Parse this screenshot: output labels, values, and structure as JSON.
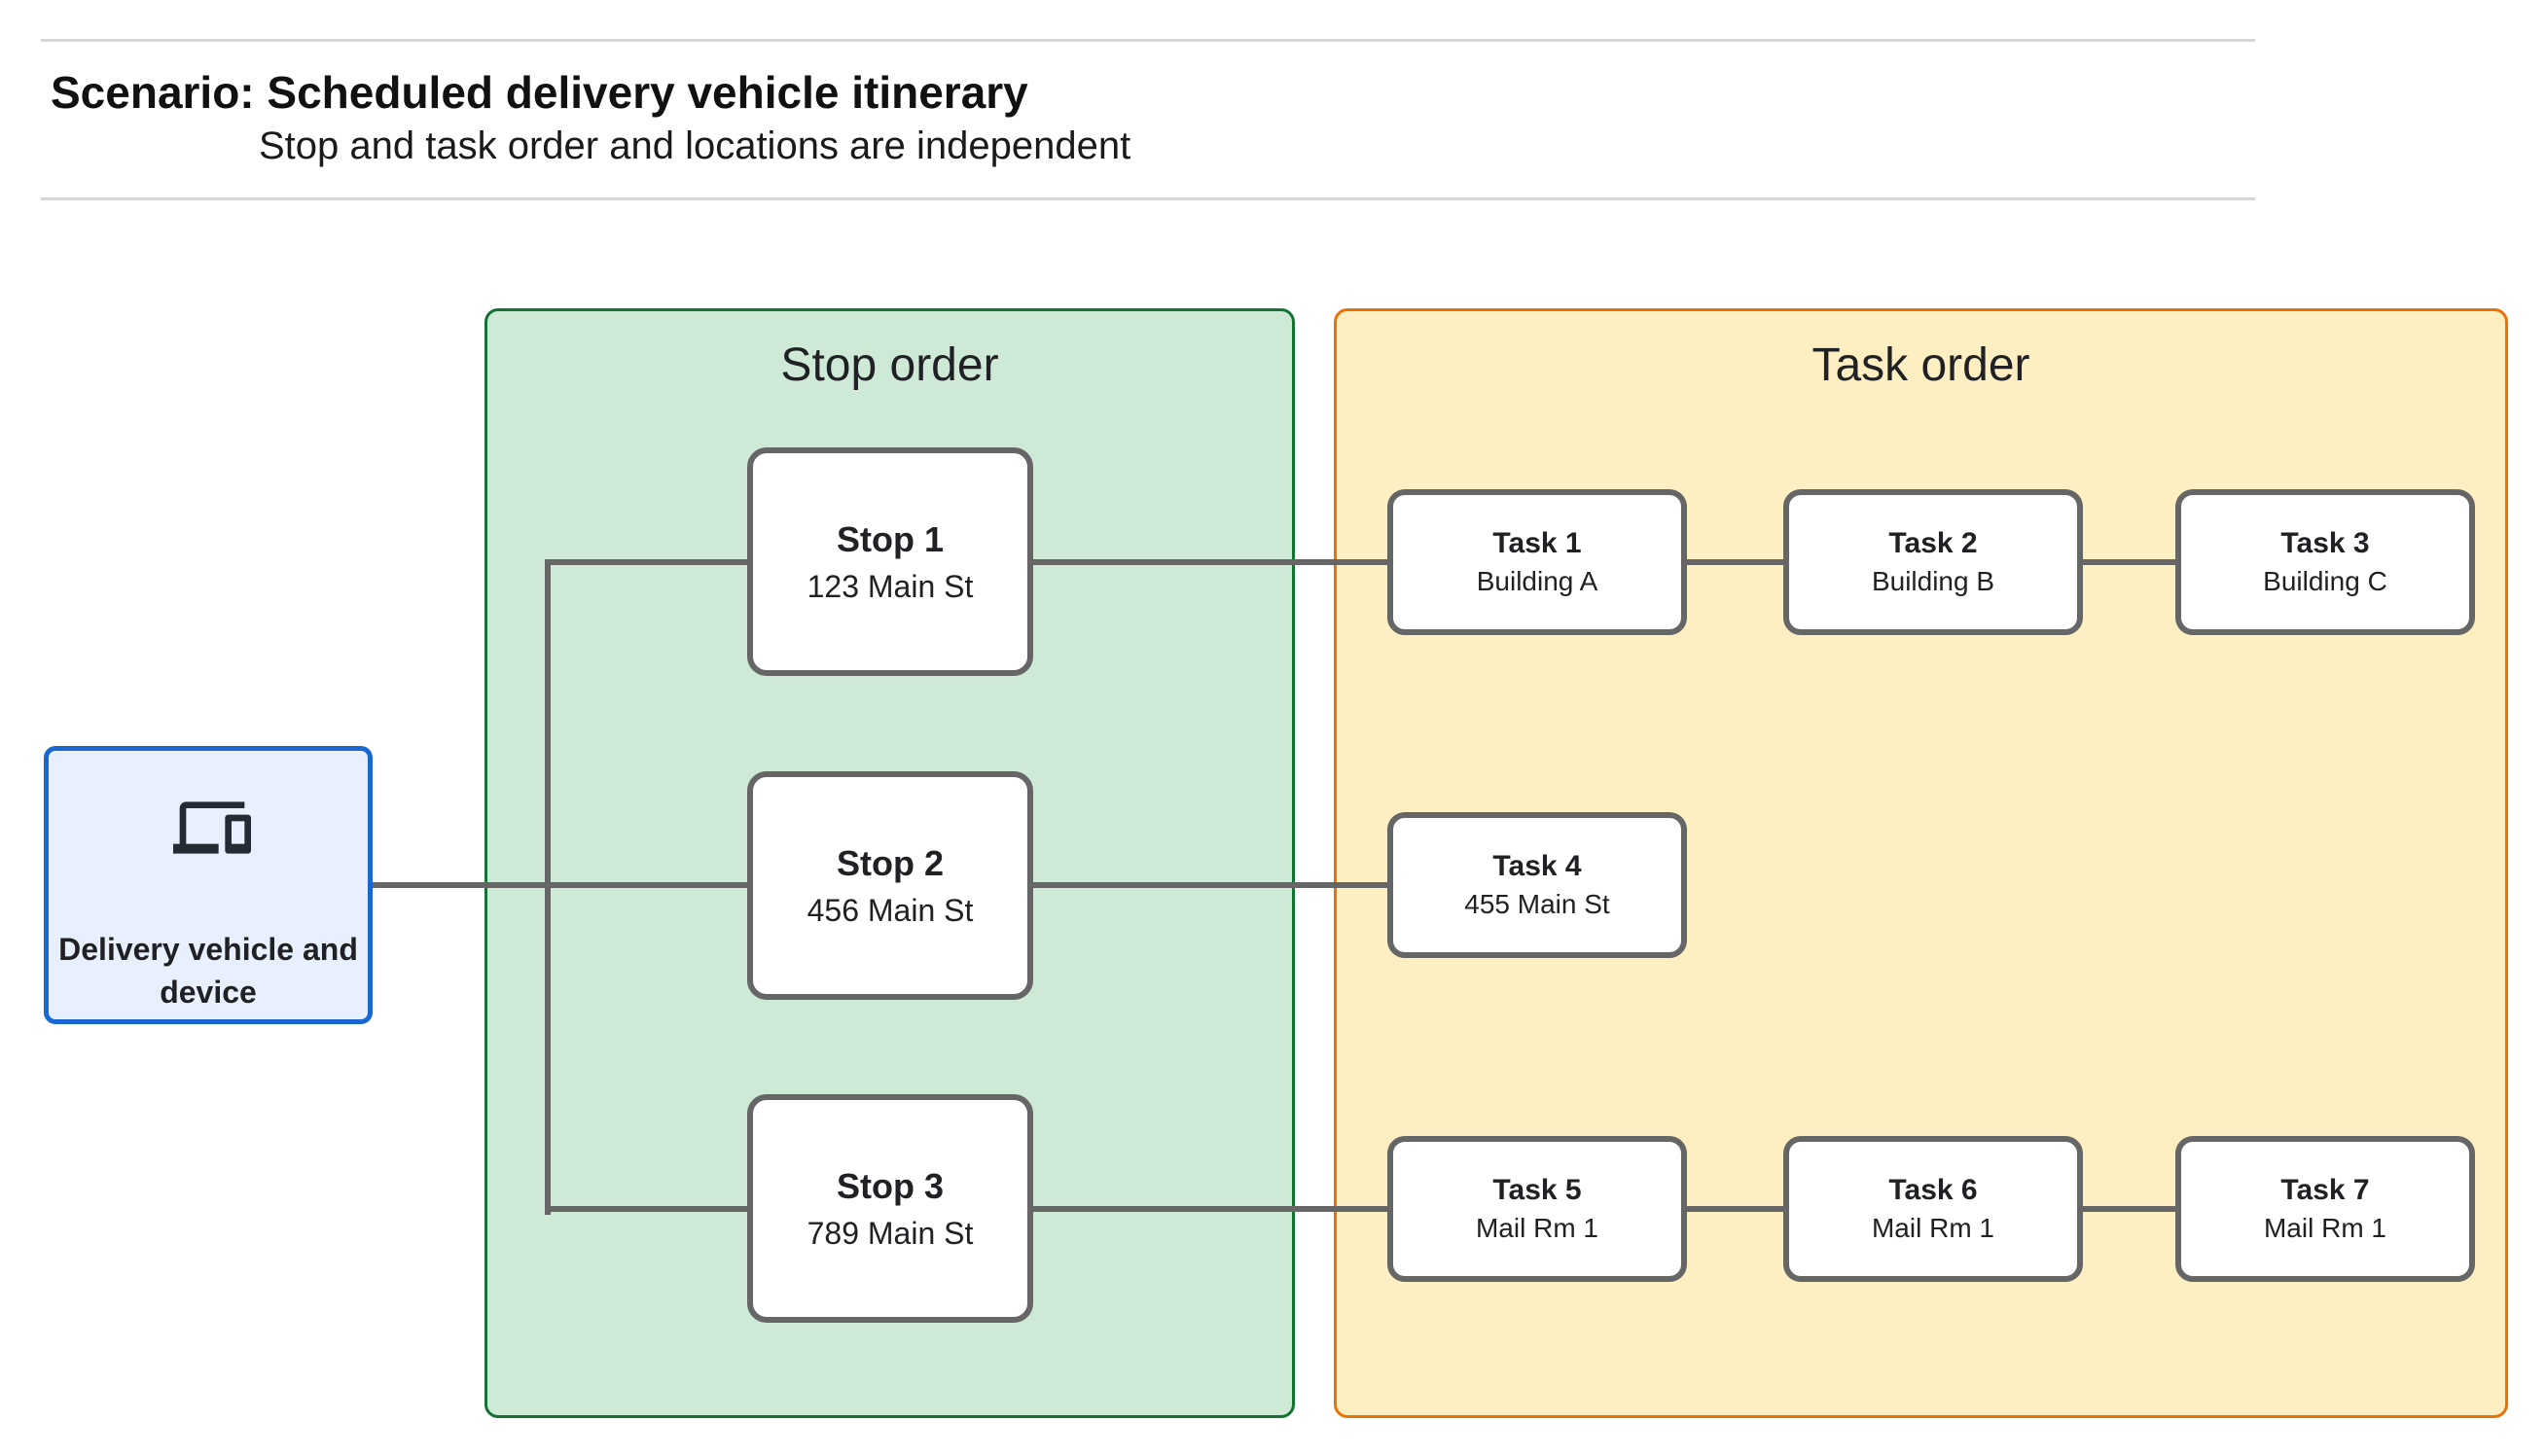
{
  "header": {
    "title": "Scenario: Scheduled delivery vehicle itinerary",
    "subtitle": "Stop and task order and locations are independent"
  },
  "source_node": {
    "label": "Delivery vehicle and device",
    "icon": "devices-icon"
  },
  "panels": {
    "stop": {
      "title": "Stop order"
    },
    "task": {
      "title": "Task order"
    }
  },
  "stops": [
    {
      "title": "Stop 1",
      "subtitle": "123 Main St"
    },
    {
      "title": "Stop 2",
      "subtitle": "456 Main St"
    },
    {
      "title": "Stop 3",
      "subtitle": "789 Main St"
    }
  ],
  "tasks": [
    {
      "title": "Task 1",
      "subtitle": "Building A"
    },
    {
      "title": "Task 2",
      "subtitle": "Building B"
    },
    {
      "title": "Task 3",
      "subtitle": "Building C"
    },
    {
      "title": "Task 4",
      "subtitle": "455 Main St"
    },
    {
      "title": "Task 5",
      "subtitle": "Mail Rm 1"
    },
    {
      "title": "Task 6",
      "subtitle": "Mail Rm 1"
    },
    {
      "title": "Task 7",
      "subtitle": "Mail Rm 1"
    }
  ],
  "colors": {
    "stop_panel_fill": "#ceead6",
    "stop_panel_border": "#137333",
    "task_panel_fill": "#feefc3",
    "task_panel_border": "#e8710a",
    "source_fill": "#e8f0fe",
    "source_border": "#1967d2",
    "node_border": "#666666",
    "connector": "#666666",
    "text": "#202124",
    "rule": "#d6d6d6"
  }
}
